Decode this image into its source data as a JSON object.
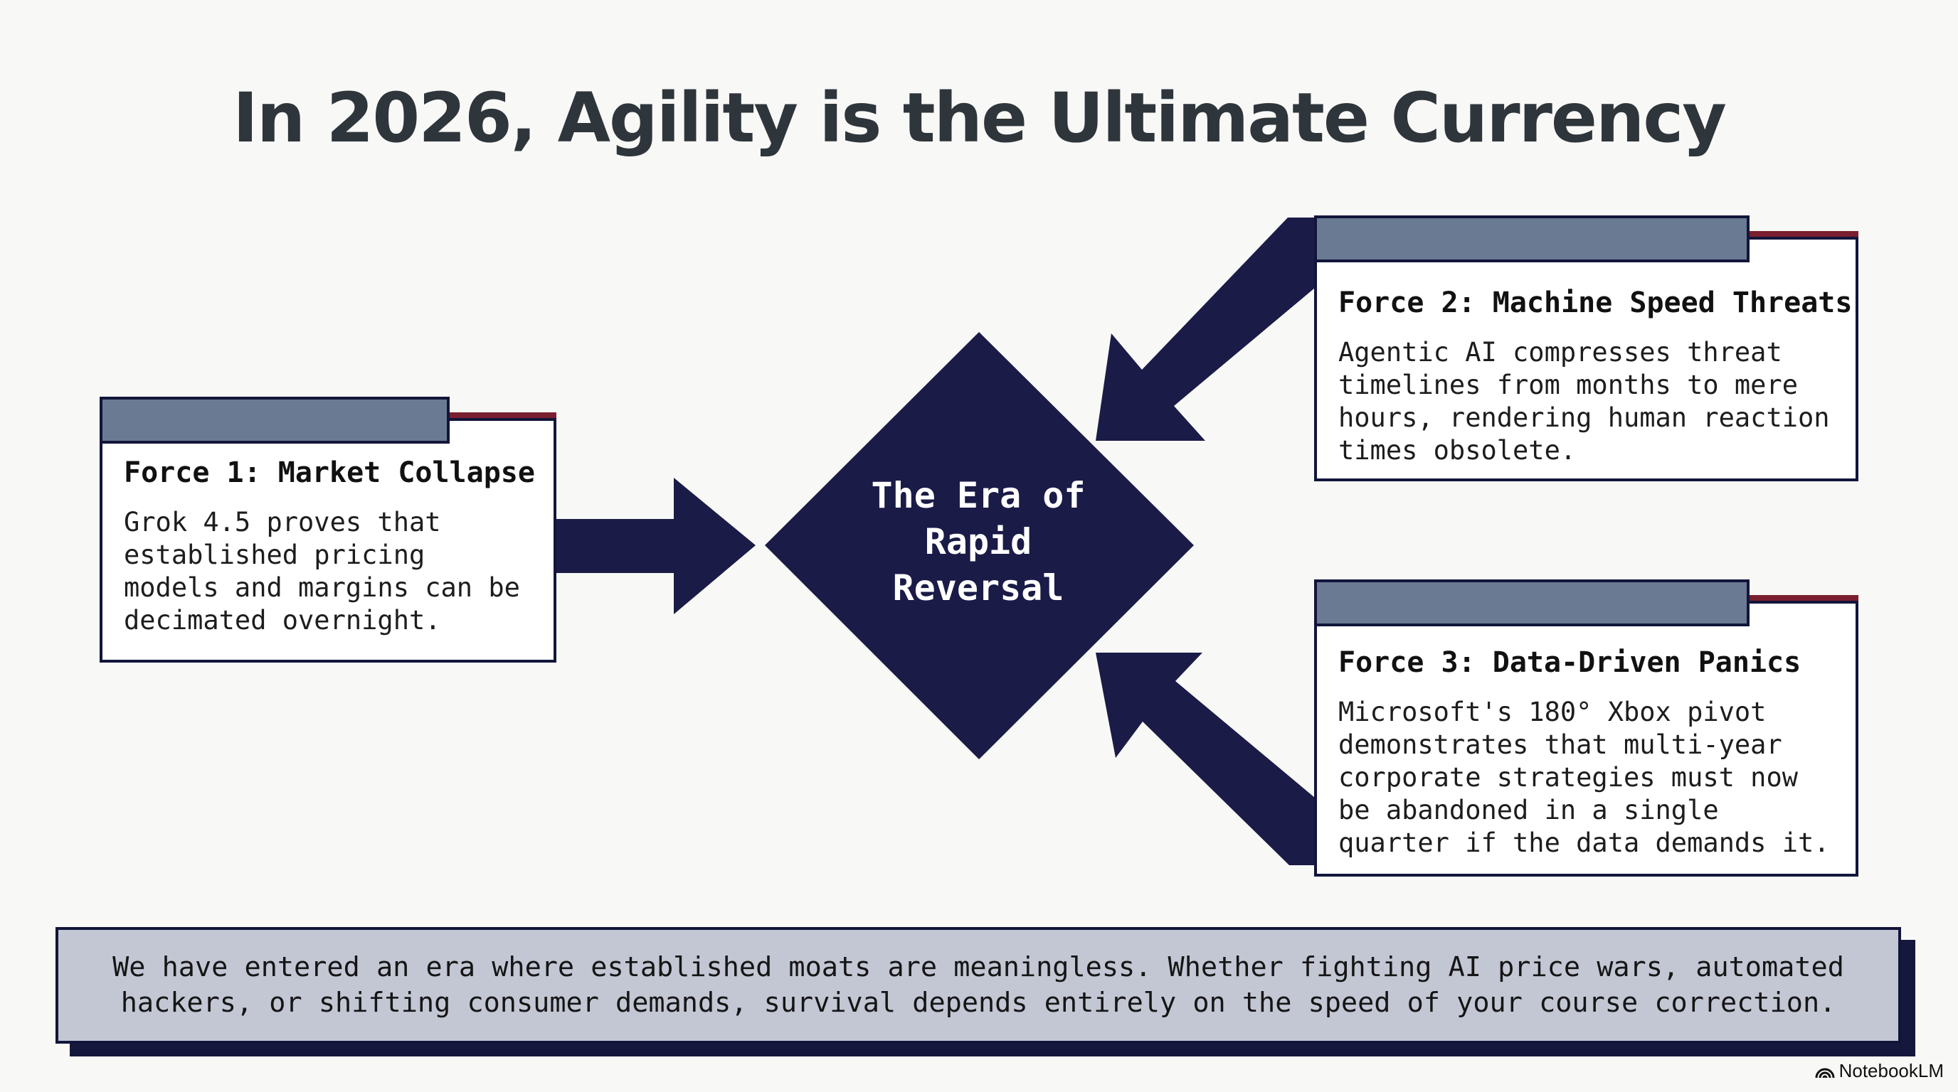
{
  "title": "In 2026, Agility is the Ultimate Currency",
  "center": {
    "line1": "The Era of",
    "line2": "Rapid",
    "line3": "Reversal"
  },
  "forces": [
    {
      "title": "Force 1: Market Collapse",
      "text": "Grok 4.5 proves that established pricing models and margins can be decimated overnight."
    },
    {
      "title": "Force 2: Machine Speed Threats",
      "text": "Agentic AI compresses threat timelines from months to mere hours, rendering human reaction times obsolete."
    },
    {
      "title": "Force 3: Data-Driven Panics",
      "text": "Microsoft's 180° Xbox pivot demonstrates that multi-year corporate strategies must now be abandoned in a single quarter if the data demands it."
    }
  ],
  "summary": "We have entered an era where established moats are meaningless. Whether fighting AI price wars, automated hackers, or shifting consumer demands, survival depends entirely on the speed of your course correction.",
  "brand": "NotebookLM",
  "colors": {
    "navy": "#1a1b47",
    "tab": "#6b7a93",
    "accent_red": "#7a1f2f",
    "summary_bg": "#c3c7d4"
  }
}
